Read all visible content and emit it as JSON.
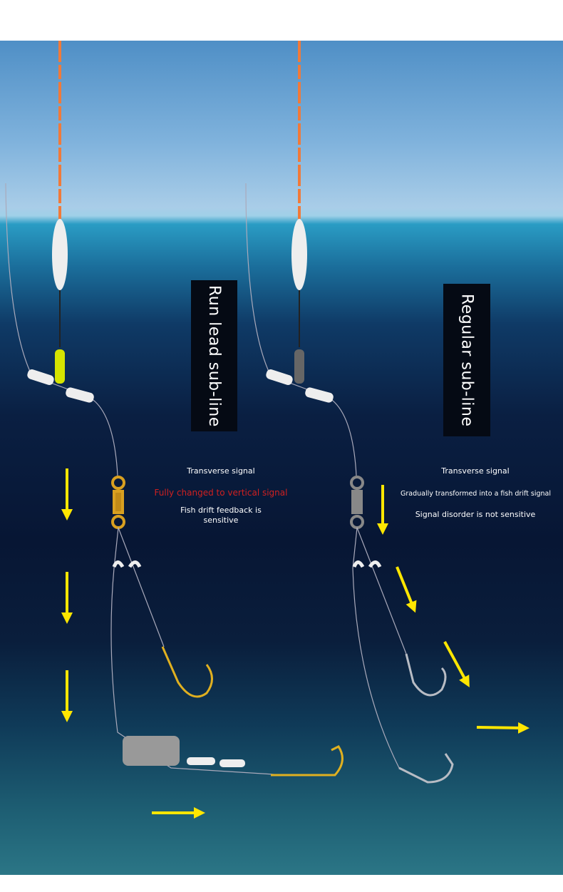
{
  "left": {
    "title": "Run lead sub-line",
    "note1": "Transverse signal",
    "note2": "Fully changed to vertical signal",
    "note3": "Fish drift feedback is sensitive"
  },
  "right": {
    "title": "Regular sub-line",
    "note1": "Transverse signal",
    "note2": "Gradually transformed into a fish drift signal",
    "note3": "Signal disorder is not sensitive"
  },
  "colors": {
    "arrow": "#ffe600",
    "highlight": "#d02020",
    "hook_gold": "#e0b020",
    "hook_silver": "#b8bcc4"
  }
}
